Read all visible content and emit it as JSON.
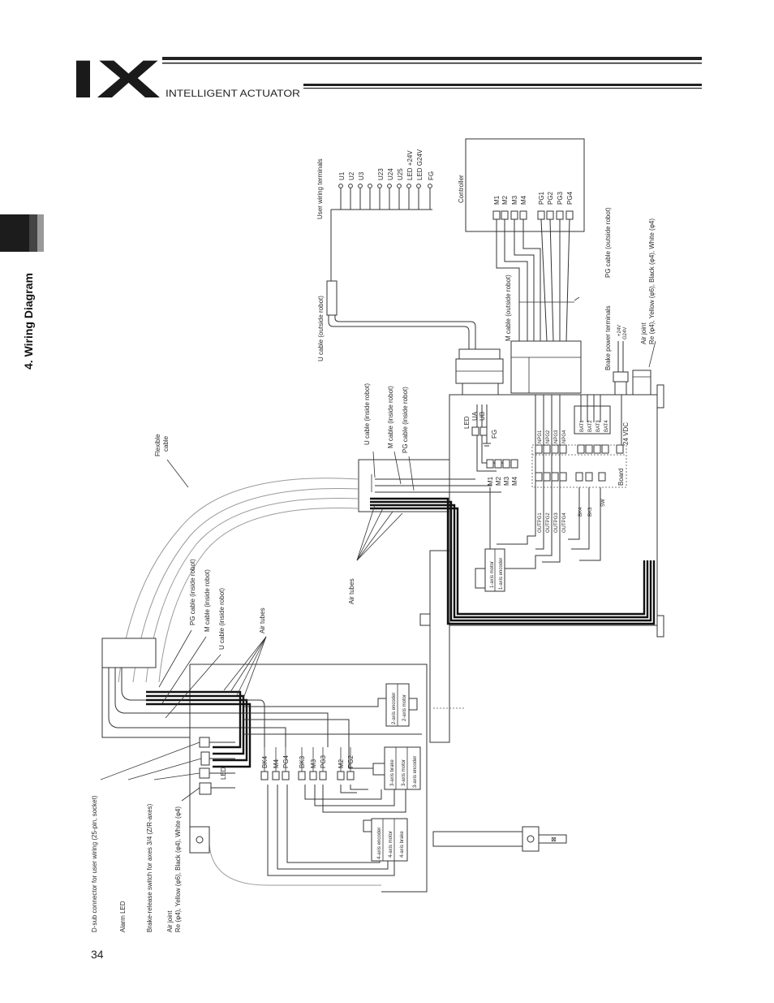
{
  "header": {
    "logo": "IX",
    "brand": "INTELLIGENT ACTUATOR"
  },
  "section_title": "4. Wiring Diagram",
  "page_number": "34",
  "labels": {
    "user_wiring_terminals": "User wiring terminals",
    "terminals": [
      "U1",
      "U2",
      "U3",
      "U23",
      "U24",
      "U25",
      "LED +24V",
      "LED G24V",
      "FG"
    ],
    "controller": "Controller",
    "controller_ports": [
      "M1",
      "M2",
      "M3",
      "M4",
      "PG1",
      "PG2",
      "PG3",
      "PG4"
    ],
    "m_cable_outside": "M cable (outside robot)",
    "pg_cable_outside": "PG cable (outside robot)",
    "u_cable_outside": "U cable (outside robot)",
    "brake_power_terminals": "Brake power terminals",
    "plus24v": "+24V",
    "g24v": "G24V",
    "air_joint_right_1": "Air joint",
    "air_joint_right_2": "Re (φ4), Yellow (φ6), Black (φ4), White (φ4)",
    "u_cable_inside": "U cable (inside robot)",
    "m_cable_inside": "M cable (inside robot)",
    "pg_cable_inside": "PG cable (inside robot)",
    "flexible_cable_1": "Flexible",
    "flexible_cable_2": "cable",
    "air_tubes": "Air tubes",
    "led": "LED",
    "ua": "UA",
    "ub": "UB",
    "fg": "FG",
    "m_ports": [
      "M1",
      "M2",
      "M3",
      "M4"
    ],
    "npg": [
      "NPG1",
      "NPG2",
      "NPG3",
      "NPG4"
    ],
    "bat": [
      "BAT1",
      "BAT2",
      "BAT3",
      "BAT4"
    ],
    "outpg": [
      "OUTPG1",
      "OUTPG2",
      "OUTPG3",
      "OUTPG4"
    ],
    "bk": [
      "BK4",
      "BK3"
    ],
    "sw": "SW",
    "board": "Board",
    "vdc": "24 VDC",
    "axis1_motor": "1-axis motor",
    "axis1_encoder": "1-axis encoder",
    "axis2_encoder": "2-axis encoder",
    "axis2_motor": "2-axis motor",
    "axis3_brake": "3-axis brake",
    "axis3_motor": "3-axis motor",
    "axis3_encoder": "3-axis encoder",
    "axis4_encoder": "4-axis encoder",
    "axis4_motor": "4-axis motor",
    "axis4_brake": "4-axis brake",
    "arm_connectors": [
      "BK4",
      "M4",
      "PG4",
      "BK3",
      "M3",
      "PG3",
      "M2",
      "PG2"
    ],
    "led_arm": "LED",
    "pg_cable_inside_2": "PG cable (inside robot)",
    "m_cable_inside_2": "M cable (inside robot)",
    "u_cable_inside_2": "U cable (inside robot)",
    "air_tubes_2": "Air tubes",
    "dsub": "D-sub connector for user wiring (25-pin, socket)",
    "alarm_led": "Alarm LED",
    "brake_release": "Brake-release switch for axes 3/4 (Z/R-axes)",
    "air_joint_left_1": "Air joint",
    "air_joint_left_2": "Re (φ4), Yellow (φ6), Black (φ4), White (φ4)"
  }
}
